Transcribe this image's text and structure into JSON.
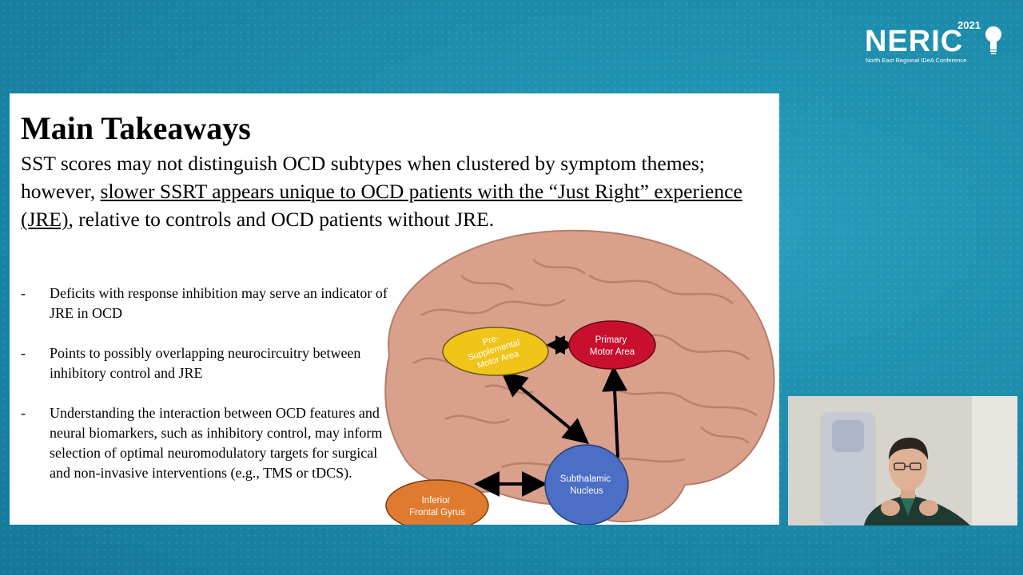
{
  "logo": {
    "brand": "NERIC",
    "year": "2021",
    "subtitle": "North East Regional IDeA Conference"
  },
  "slide": {
    "title": "Main Takeaways",
    "summary": {
      "part1": "SST scores may not distinguish OCD subtypes when clustered by symptom themes; however, ",
      "underlined": "slower SSRT appears unique to OCD patients with the “Just Right” experience (JRE)",
      "part2": ", relative to controls and OCD patients without JRE."
    },
    "bullets": [
      "Deficits with response inhibition may serve an indicator of JRE in OCD",
      "Points to possibly overlapping neurocircuitry between inhibitory control and JRE",
      "Understanding the interaction between OCD features and neural biomarkers, such as inhibitory control, may inform selection of optimal neuromodulatory targets for surgical and non-invasive interventions (e.g., TMS or tDCS)."
    ],
    "bullet_marker": "-",
    "diagram": {
      "regions": {
        "pre_sma": [
          "Pre-",
          "Supplemental",
          "Motor Area"
        ],
        "primary_motor": [
          "Primary",
          "Motor Area"
        ],
        "subthalamic": [
          "Subthalamic",
          "Nucleus"
        ],
        "inferior_frontal": [
          "Inferior",
          "Frontal Gyrus"
        ]
      },
      "colors": {
        "pre_sma": "#f0c419",
        "primary_motor": "#c8102e",
        "subthalamic": "#4a6fc4",
        "inferior_frontal": "#e07a2e",
        "brain": "#d9a08c"
      }
    }
  },
  "webcam": {
    "shirt_color": "#1f3a33"
  }
}
